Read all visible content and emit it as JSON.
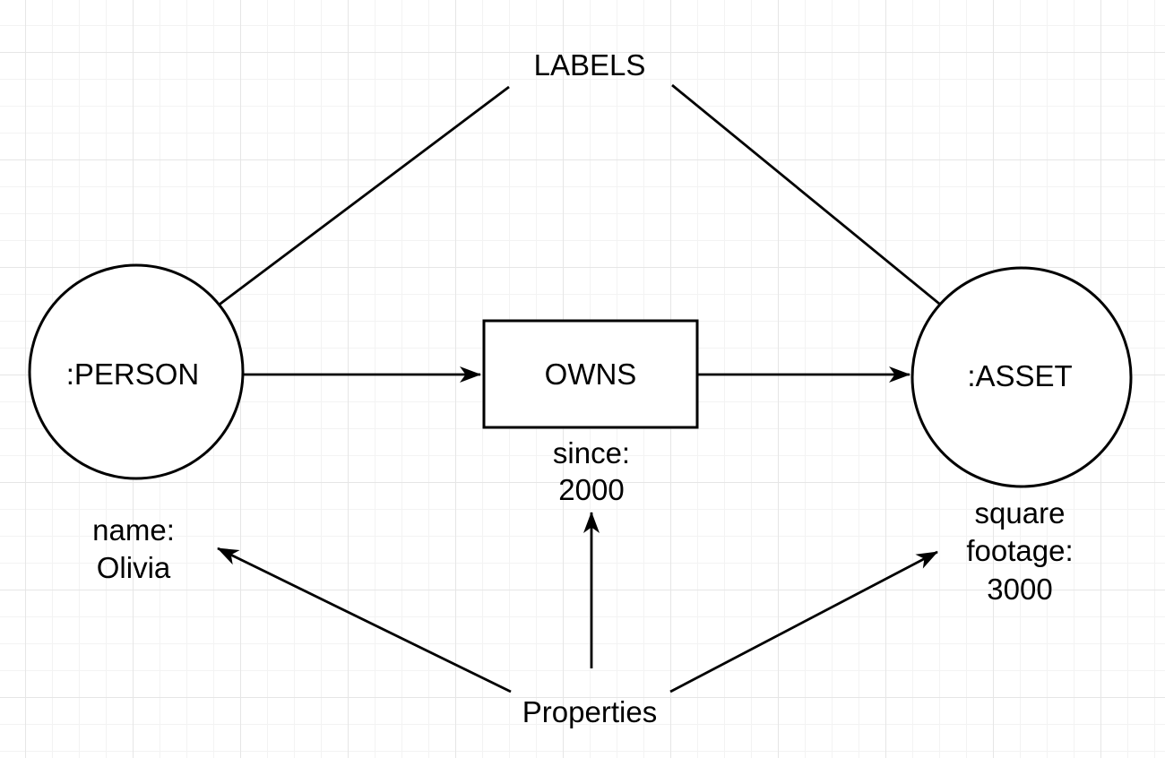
{
  "diagram": {
    "annotations": {
      "labels": "LABELS",
      "properties": "Properties"
    },
    "nodes": {
      "person": {
        "label": ":PERSON"
      },
      "asset": {
        "label": ":ASSET"
      }
    },
    "relationship": {
      "label": "OWNS"
    },
    "properties": {
      "person": {
        "line1": "name:",
        "line2": "Olivia"
      },
      "relationship": {
        "line1": "since:",
        "line2": "2000"
      },
      "asset": {
        "line1": "square",
        "line2": "footage:",
        "line3": "3000"
      }
    },
    "colors": {
      "stroke": "#000000",
      "shape_fill": "#ffffff",
      "grid_minor": "#f3f3f3",
      "grid_major": "#e6e6e6",
      "background": "#ffffff"
    }
  }
}
